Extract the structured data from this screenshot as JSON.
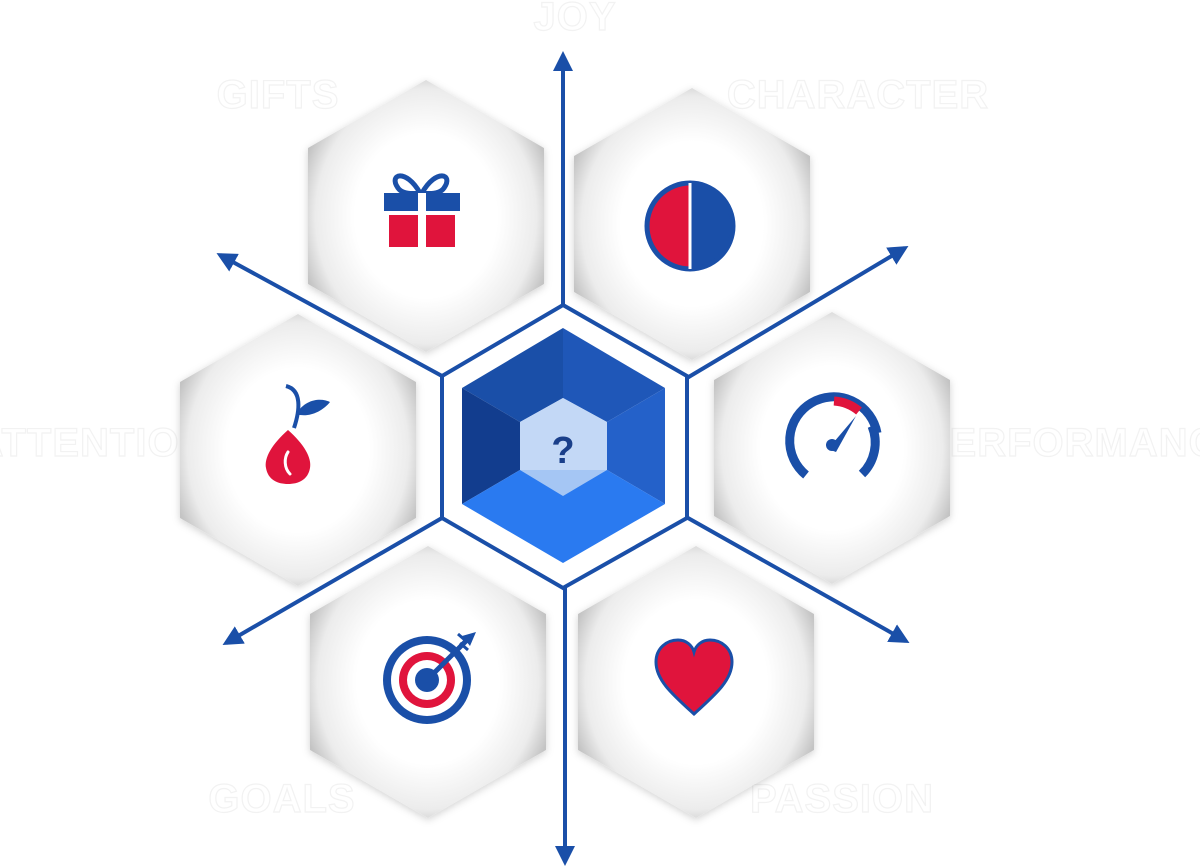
{
  "center": {
    "symbol": "?"
  },
  "labels": {
    "top": "JOY",
    "top_left": "GIFTS",
    "top_right": "CHARACTER",
    "left": "ATTENTION",
    "right": "PERFORMANCE",
    "bottom_left": "GOALS",
    "bottom_right": "PASSION"
  },
  "tiles": [
    {
      "id": "gifts",
      "icon": "gift-icon"
    },
    {
      "id": "character",
      "icon": "half-circle-icon"
    },
    {
      "id": "attention",
      "icon": "sprout-icon"
    },
    {
      "id": "performance",
      "icon": "speedometer-icon"
    },
    {
      "id": "goals",
      "icon": "target-icon"
    },
    {
      "id": "passion",
      "icon": "heart-icon"
    }
  ],
  "colors": {
    "blue": "#1a4fa8",
    "red": "#e0143c",
    "tile_grey": "#cfcfcf",
    "center_light": "#2a7af0",
    "center_dark": "#103a8a"
  }
}
